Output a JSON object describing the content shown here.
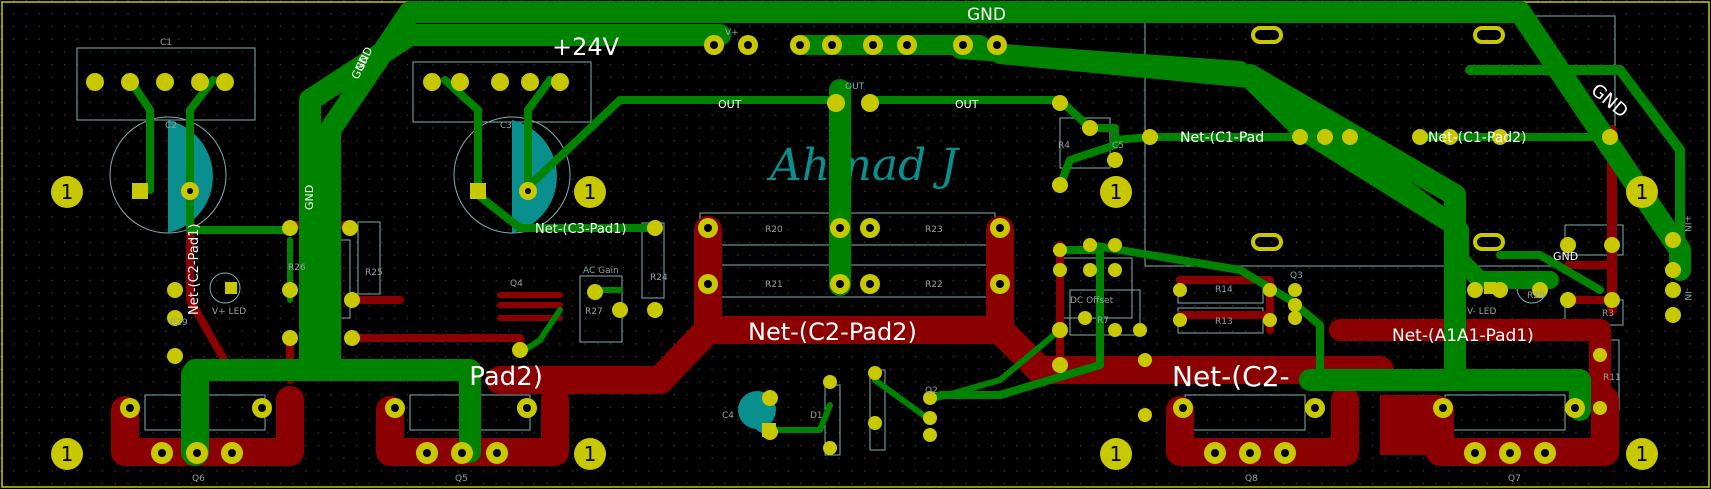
{
  "board": {
    "net_labels": {
      "gnd_top": "GND",
      "plus24": "+24V",
      "gnd_left_a": "GND",
      "gnd_left_b": "GND",
      "gnd_left_c": "GND",
      "gnd_right": "GND",
      "gnd_right_small": "GND",
      "out_left": "OUT",
      "out_right": "OUT",
      "out_center": "OUT",
      "vplus": "V+",
      "c2pad1": "Net-(C2-Pad1)",
      "c3pad1": "Net-(C3-Pad1)",
      "c1pad_a": "Net-(C1-Pad",
      "c1pad2": "Net-(C1-Pad2)",
      "c2pad2_center": "Net-(C2-Pad2)",
      "c2pad2_left": "Net-(C2-Pad2)",
      "c2_right": "Net-(C2-",
      "a1pad1": "Net-(A1A1-Pad1)"
    },
    "refs": {
      "c1": "C1",
      "c2": "C2",
      "c3": "C3",
      "c4": "C4",
      "c5": "C5",
      "r20": "R20",
      "r21": "R21",
      "r22": "R22",
      "r23": "R23",
      "r24": "R24",
      "r25": "R25",
      "r26": "R26",
      "r27": "R27",
      "r29": "R29",
      "r4": "R4",
      "r7": "R7",
      "r13": "R13",
      "r14": "R14",
      "r3": "R3",
      "r11": "R11",
      "r28": "R28",
      "q3": "Q3",
      "q4": "Q4",
      "q5": "Q5",
      "q6": "Q6",
      "q7": "Q7",
      "q8": "Q8",
      "q2": "Q2",
      "d1": "D1",
      "vled_left": "V+ LED",
      "vled_right": "V- LED",
      "ac_gain": "AC Gain",
      "dc_offset": "DC Offset",
      "in_plus": "+IN",
      "in_minus": "-IN"
    },
    "mounting_hole_label": "1",
    "signature": "Ahmad J",
    "colors": {
      "background": "#000000",
      "grid_dot": "#3a3a3a",
      "front_copper": "#8b0000",
      "back_copper": "#008400",
      "pad": "#c8c800",
      "silkscreen": "#7fb0b0",
      "logo": "#0a8f8f",
      "edge": "#c8c800"
    }
  }
}
